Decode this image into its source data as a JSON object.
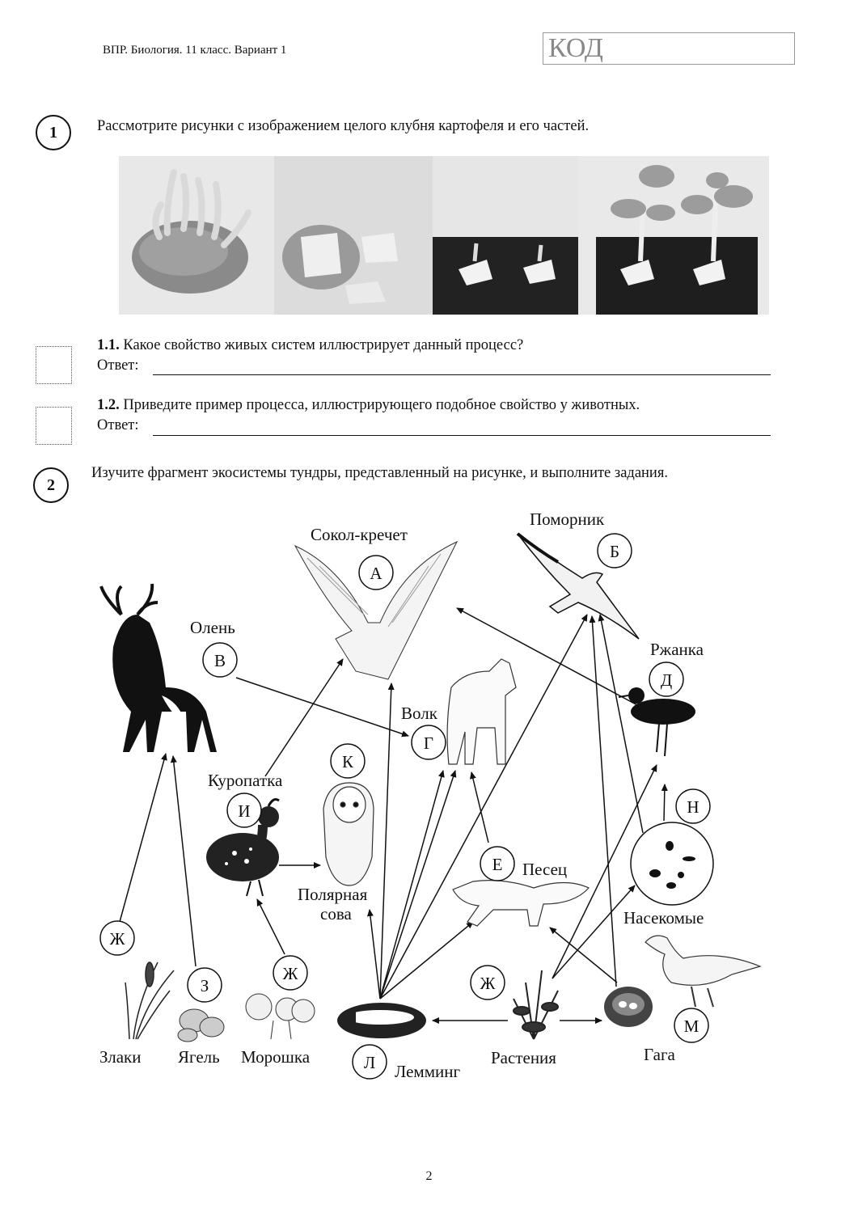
{
  "header": {
    "title": "ВПР. Биология. 11 класс. Вариант 1",
    "code_label": "КОД"
  },
  "task1": {
    "number": "1",
    "text": "Рассмотрите рисунки с изображением целого клубня картофеля и его частей.",
    "q1_num": "1.1.",
    "q1_text": " Какое свойство живых систем иллюстрирует данный процесс?",
    "q2_num": "1.2.",
    "q2_text": " Приведите пример процесса, иллюстрирующего подобное свойство у животных.",
    "answer_label": "Ответ:"
  },
  "task2": {
    "number": "2",
    "text": "Изучите фрагмент экосистемы тундры, представленный на рисунке, и выполните задания."
  },
  "diagram": {
    "labels": {
      "falcon": "Сокол-кречет",
      "skua": "Поморник",
      "deer": "Олень",
      "plover": "Ржанка",
      "wolf": "Волк",
      "partridge": "Куропатка",
      "owl_1": "Полярная",
      "owl_2": "сова",
      "fox": "Песец",
      "insects": "Насекомые",
      "grasses": "Злаки",
      "lichen": "Ягель",
      "cloudberry": "Морошка",
      "lemming": "Лемминг",
      "plants": "Растения",
      "eider": "Гага"
    },
    "letters": {
      "A": "А",
      "B": "Б",
      "V": "В",
      "D": "Д",
      "G": "Г",
      "K": "К",
      "I": "И",
      "E": "Е",
      "N": "Н",
      "Zh1": "Ж",
      "Z": "З",
      "Zh2": "Ж",
      "Zh3": "Ж",
      "L": "Л",
      "M": "М"
    }
  },
  "page_number": "2"
}
